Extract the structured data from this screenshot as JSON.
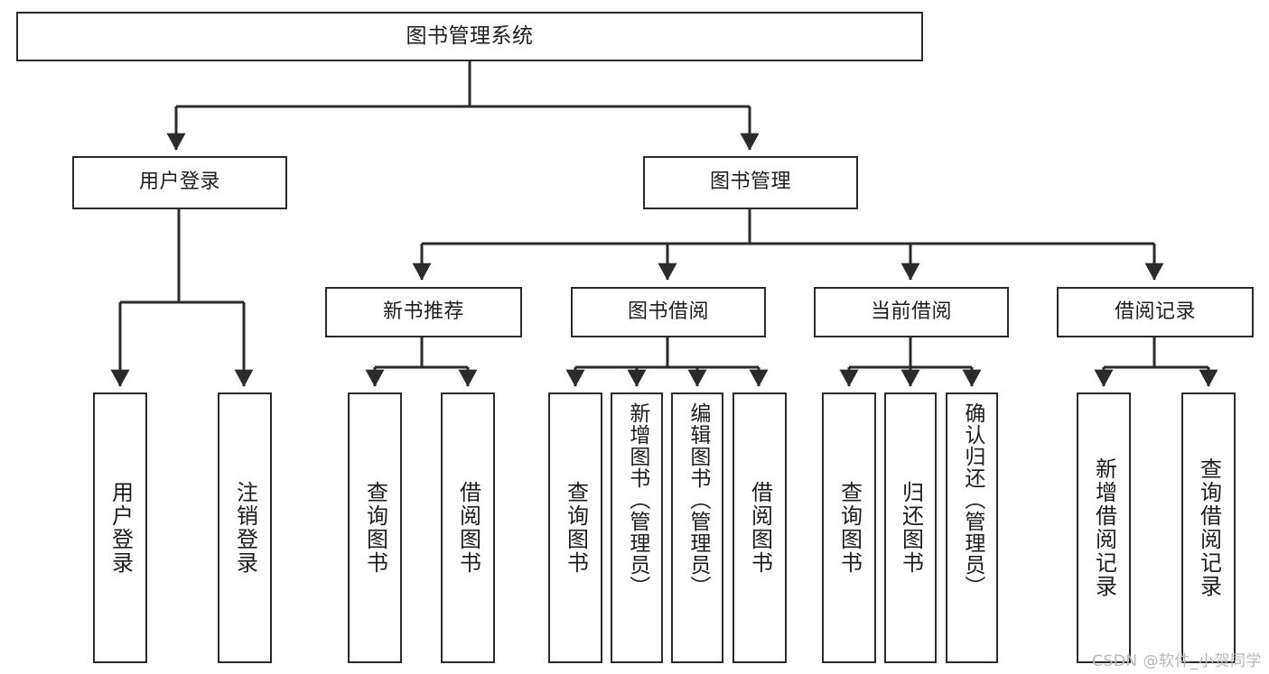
{
  "diagram": {
    "title": "图书管理系统",
    "type": "tree",
    "stroke_color": "#2b2b2b",
    "fill_color": "#ffffff",
    "text_color": "#1d1d1d",
    "watermark": "CSDN @软件_小贺同学"
  },
  "nodes": {
    "root": {
      "label": "图书管理系统"
    },
    "level2": [
      {
        "id": "user-login",
        "label": "用户登录"
      },
      {
        "id": "book-manage",
        "label": "图书管理"
      }
    ],
    "level3": [
      {
        "id": "new-book-rec",
        "label": "新书推荐"
      },
      {
        "id": "book-borrow",
        "label": "图书借阅"
      },
      {
        "id": "current-borrow",
        "label": "当前借阅"
      },
      {
        "id": "borrow-record",
        "label": "借阅记录"
      }
    ],
    "leaves": {
      "user_login": [
        {
          "id": "leaf-user-login",
          "label": "用户登录"
        },
        {
          "id": "leaf-logout-login",
          "label": "注销登录"
        }
      ],
      "new_book_rec": [
        {
          "id": "leaf-query-book-1",
          "label": "查询图书"
        },
        {
          "id": "leaf-borrow-book-1",
          "label": "借阅图书"
        }
      ],
      "book_borrow": [
        {
          "id": "leaf-query-book-2",
          "label": "查询图书"
        },
        {
          "id": "leaf-add-book",
          "label": "新增图书（管理员）"
        },
        {
          "id": "leaf-edit-book",
          "label": "编辑图书（管理员）"
        },
        {
          "id": "leaf-borrow-book-2",
          "label": "借阅图书"
        }
      ],
      "current_borrow": [
        {
          "id": "leaf-query-book-3",
          "label": "查询图书"
        },
        {
          "id": "leaf-return-book",
          "label": "归还图书"
        },
        {
          "id": "leaf-confirm-return",
          "label": "确认归还（管理员）"
        }
      ],
      "borrow_record": [
        {
          "id": "leaf-add-record",
          "label": "新增借阅记录"
        },
        {
          "id": "leaf-query-record",
          "label": "查询借阅记录"
        }
      ]
    }
  },
  "hierarchy": {
    "图书管理系统": [
      "用户登录",
      "图书管理"
    ],
    "用户登录": [
      "用户登录",
      "注销登录"
    ],
    "图书管理": [
      "新书推荐",
      "图书借阅",
      "当前借阅",
      "借阅记录"
    ],
    "新书推荐": [
      "查询图书",
      "借阅图书"
    ],
    "图书借阅": [
      "查询图书",
      "新增图书（管理员）",
      "编辑图书（管理员）",
      "借阅图书"
    ],
    "当前借阅": [
      "查询图书",
      "归还图书",
      "确认归还（管理员）"
    ],
    "借阅记录": [
      "新增借阅记录",
      "查询借阅记录"
    ]
  }
}
